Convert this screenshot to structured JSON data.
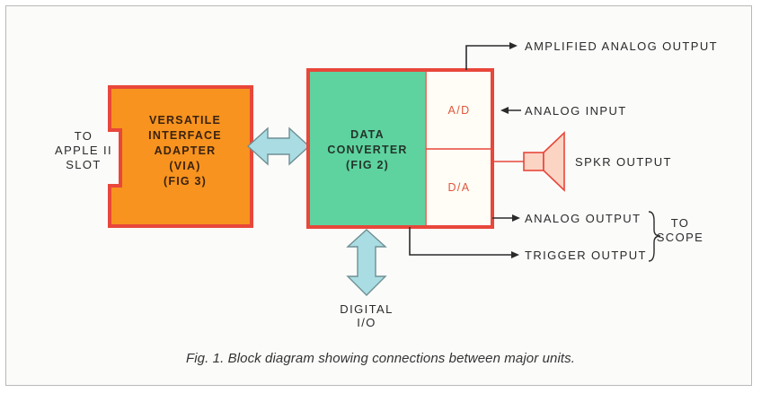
{
  "diagram": {
    "left_label": [
      "TO",
      "APPLE II",
      "SLOT"
    ],
    "via_block": [
      "VERSATILE",
      "INTERFACE",
      "ADAPTER",
      "(VIA)",
      "(FIG 3)"
    ],
    "converter_block": [
      "DATA",
      "CONVERTER",
      "(FIG 2)"
    ],
    "adc_label": "A/D",
    "dac_label": "D/A",
    "outputs": {
      "amplified": "AMPLIFIED ANALOG OUTPUT",
      "analog_input": "ANALOG INPUT",
      "speaker": "SPKR OUTPUT",
      "analog_output": "ANALOG OUTPUT",
      "trigger": "TRIGGER OUTPUT",
      "scope": [
        "TO",
        "SCOPE"
      ]
    },
    "digital_io": [
      "DIGITAL",
      "I/O"
    ]
  },
  "caption": "Fig. 1. Block diagram showing connections between major units.",
  "colors": {
    "via_fill": "#f7931e",
    "converter_fill": "#5ed3a0",
    "block_border": "#e8473a",
    "adc_dac_fill": "#fffdf6",
    "arrow_fill": "#a9dde3",
    "speaker_fill": "#fbd4c4",
    "line": "#2a2a2a"
  }
}
